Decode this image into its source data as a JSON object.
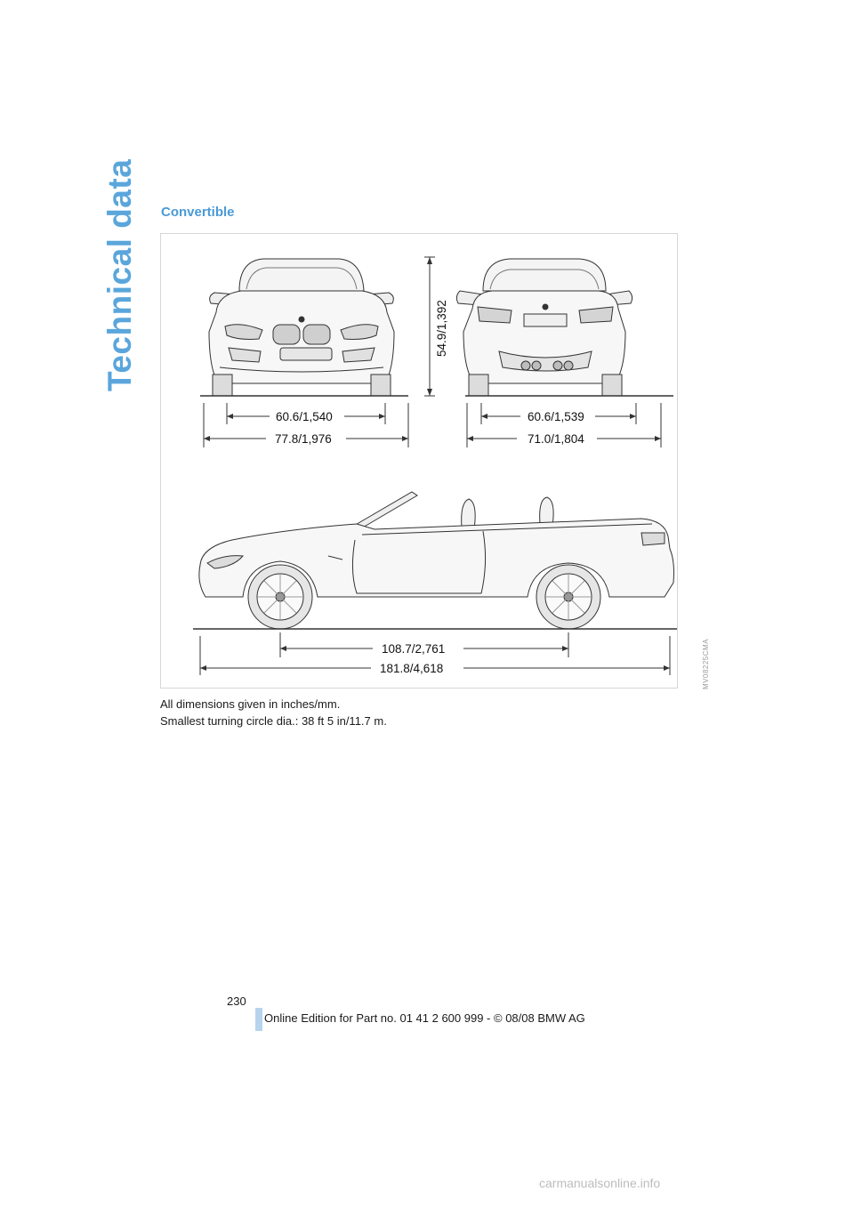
{
  "side_title": "Technical data",
  "section_heading": "Convertible",
  "figure": {
    "image_code": "MV08225CMA",
    "dimensions": {
      "front_track": "60.6/1,540",
      "front_width": "77.8/1,976",
      "height": "54.9/1,392",
      "rear_track": "60.6/1,539",
      "rear_width": "71.0/1,804",
      "wheelbase": "108.7/2,761",
      "length": "181.8/4,618"
    }
  },
  "notes": {
    "line1": "All dimensions given in inches/mm.",
    "line2": "Smallest turning circle dia.: 38 ft 5 in/11.7 m."
  },
  "footer": {
    "page_number": "230",
    "edition_text": "Online Edition for Part no. 01 41 2 600 999 - © 08/08 BMW AG",
    "accent_color": "#b6d4ee"
  },
  "watermark": "carmanualsonline.info",
  "colors": {
    "title_blue": "#5aa6dc",
    "heading_blue": "#4a9ad6"
  }
}
